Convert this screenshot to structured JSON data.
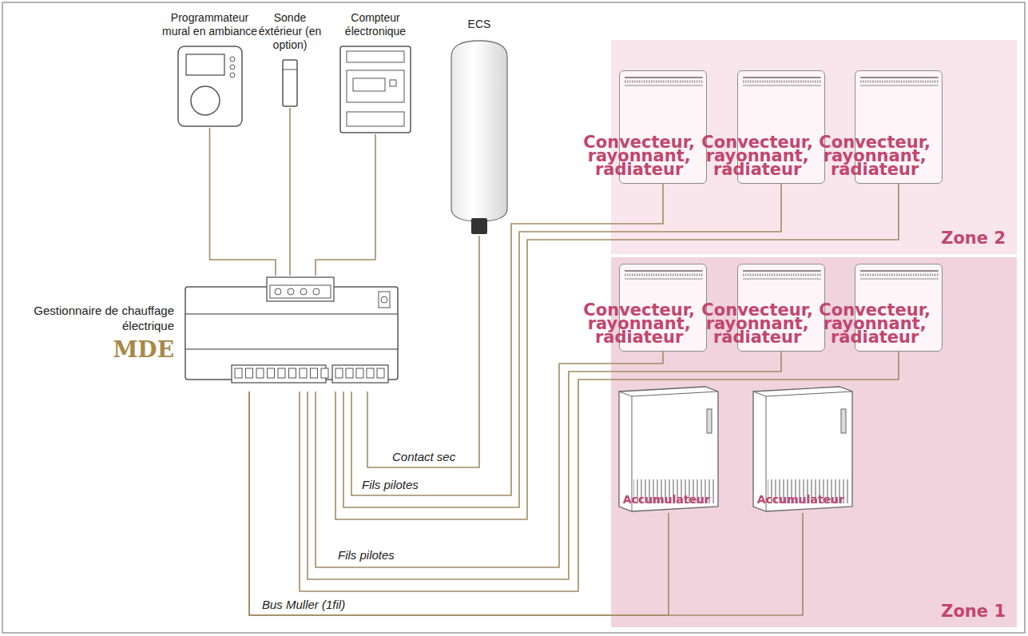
{
  "diagram": {
    "nodes": [
      {
        "text": [
          "Programmateur mural en ambiance"
        ]
      },
      {
        "text": [
          "Sonde éxtérieur (en option)"
        ]
      },
      {
        "text": [
          "Compteur électronique"
        ]
      },
      {
        "text": [
          "ECS"
        ]
      },
      {
        "text": [
          "Zone 2"
        ]
      },
      {
        "text": [
          "Convecteur, rayonnant, radiateur"
        ],
        "in": 4
      },
      {
        "text": [
          "Convecteur, rayonnant, radiateur"
        ],
        "in": 4
      },
      {
        "text": [
          "Convecteur, rayonnant, radiateur"
        ],
        "in": 4
      },
      {
        "text": [
          "Zone 1"
        ]
      },
      {
        "text": [
          "Convecteur, rayonnant, radiateur"
        ],
        "in": 8
      },
      {
        "text": [
          "Convecteur, rayonnant, radiateur"
        ],
        "in": 8
      },
      {
        "text": [
          "Convecteur, rayonnant, radiateur"
        ],
        "in": 8
      },
      {
        "text": [
          "Accumulateur"
        ],
        "in": 8
      },
      {
        "text": [
          "Accumulateur"
        ],
        "in": 8
      },
      {
        "text": [
          "Gestionnaire de chauffage électrique",
          "MDE"
        ]
      }
    ],
    "edges": [
      {
        "from": 0,
        "to": 14,
        "arrow": "none"
      },
      {
        "from": 1,
        "to": 14,
        "arrow": "none"
      },
      {
        "from": 2,
        "to": 14,
        "arrow": "none"
      },
      {
        "from": 14,
        "to": 3,
        "label": "Contact sec",
        "arrow": "none"
      },
      {
        "from": 14,
        "to": 5,
        "label": "Fils pilotes",
        "arrow": "none"
      },
      {
        "from": 14,
        "to": 6,
        "arrow": "none"
      },
      {
        "from": 14,
        "to": 7,
        "arrow": "none"
      },
      {
        "from": 14,
        "to": 9,
        "label": "Fils pilotes",
        "arrow": "none"
      },
      {
        "from": 14,
        "to": 10,
        "arrow": "none"
      },
      {
        "from": 14,
        "to": 11,
        "arrow": "none"
      },
      {
        "from": 14,
        "to": 12,
        "label": "Bus Muller (1fil)",
        "arrow": "none"
      },
      {
        "from": 14,
        "to": 13,
        "arrow": "none"
      }
    ]
  }
}
